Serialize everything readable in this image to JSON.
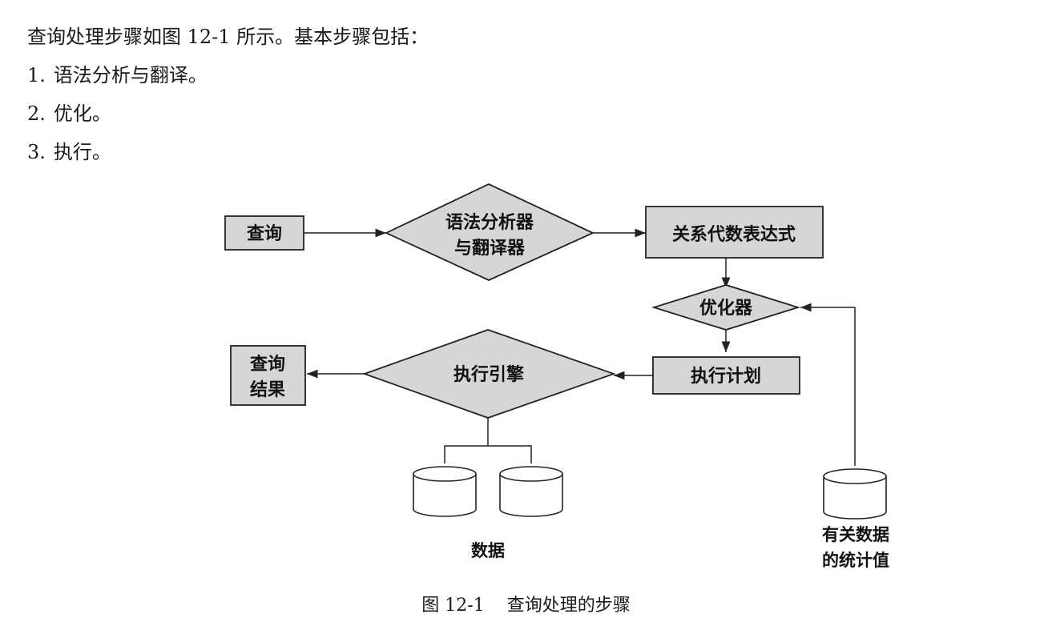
{
  "intro": {
    "lead": "查询处理步骤如图 12-1 所示。基本步骤包括：",
    "steps": [
      {
        "num": "1.",
        "text": "语法分析与翻译。"
      },
      {
        "num": "2.",
        "text": "优化。"
      },
      {
        "num": "3.",
        "text": "执行。"
      }
    ]
  },
  "diagram": {
    "query": "查询",
    "parser_line1": "语法分析器",
    "parser_line2": "与翻译器",
    "relational_algebra": "关系代数表达式",
    "optimizer": "优化器",
    "execution_plan": "执行计划",
    "execution_engine": "执行引擎",
    "result_line1": "查询",
    "result_line2": "结果",
    "data_label": "数据",
    "stats_line1": "有关数据",
    "stats_line2": "的统计值"
  },
  "colors": {
    "box_fill": "#d6d6d6",
    "stroke": "#222222",
    "background": "#ffffff"
  },
  "caption": {
    "number": "图 12-1",
    "title": "查询处理的步骤"
  }
}
